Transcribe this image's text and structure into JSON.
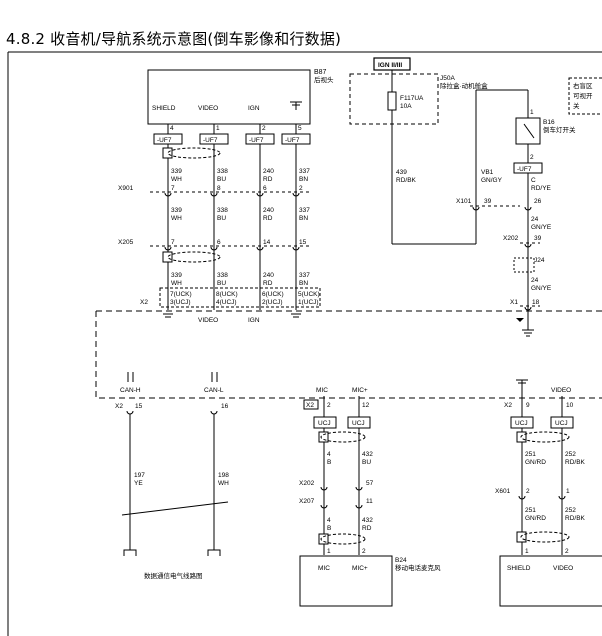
{
  "title": "4.8.2 收音机/导航系统示意图(倒车影像和​行数据)",
  "camera": {
    "ref": "B87",
    "name": "后视头",
    "pins": [
      {
        "label": "SHIELD",
        "num": "4",
        "conn": "-UF7",
        "w1": "339",
        "c1": "WH",
        "x901": "7",
        "w2": "339",
        "c2": "WH",
        "x205": "7",
        "w3": "339",
        "c3": "WH",
        "x2a": "7(UCK)",
        "x2b": "3(UCJ)"
      },
      {
        "label": "VIDEO",
        "num": "1",
        "conn": "-UF7",
        "w1": "338",
        "c1": "BU",
        "x901": "8",
        "w2": "338",
        "c2": "BU",
        "x205": "6",
        "w3": "338",
        "c3": "BU",
        "x2a": "8(UCK)",
        "x2b": "4(UCJ)"
      },
      {
        "label": "IGN",
        "num": "2",
        "conn": "-UF7",
        "w1": "240",
        "c1": "RD",
        "x901": "6",
        "w2": "240",
        "c2": "RD",
        "x205": "14",
        "w3": "240",
        "c3": "RD",
        "x2a": "6(UCK)",
        "x2b": "2(UCJ)"
      },
      {
        "label": "",
        "num": "5",
        "conn": "-UF7",
        "w1": "337",
        "c1": "BN",
        "x901": "2",
        "w2": "337",
        "c2": "BN",
        "x205": "15",
        "w3": "337",
        "c3": "BN",
        "x2a": "5(UCK)",
        "x2b": "1(UCJ)"
      }
    ],
    "x901": "X901",
    "x205": "X205",
    "x2": "X2",
    "bottom_labels": [
      "VIDEO",
      "IGN"
    ]
  },
  "fuse": {
    "ign": "IGN II/III",
    "box_ref": "J50A",
    "box_name": "除拉盒·动机舱盒",
    "fuse_ref": "F117UA",
    "fuse_val": "10A",
    "w1": "439",
    "c1": "RD/BK",
    "x101": "X101",
    "x101_pin": "39",
    "w2": "VB1",
    "c2": "GN/GY"
  },
  "switch": {
    "pin1": "1",
    "ref": "B16",
    "name": "倒车灯开关",
    "pin2": "2",
    "conn": "-UF7",
    "c": "C",
    "c_color": "RD/YE",
    "p26": "26",
    "w24": "24",
    "c24": "GN/YE",
    "x202": "X202",
    "p39": "39",
    "j24": "J24",
    "w24b": "24",
    "c24b": "GN/YE",
    "x1": "X1",
    "p18": "18"
  },
  "note": [
    "右盲区",
    "可视开",
    "关"
  ],
  "can": {
    "h": "CAN-H",
    "l": "CAN-L",
    "x2": "X2",
    "h_pin": "15",
    "l_pin": "16",
    "h_wire": "197",
    "h_color": "YE",
    "l_wire": "198",
    "l_color": "WH",
    "caption": "数据通信电气线路图"
  },
  "mic": {
    "labels": [
      "MIC",
      "MIC+"
    ],
    "x2": "X2",
    "pins": [
      "2",
      "12"
    ],
    "conn": [
      "UCJ",
      "UCJ"
    ],
    "w1": [
      "4",
      "432"
    ],
    "c1": [
      "B",
      "BU"
    ],
    "x202": "X202",
    "x202_pin": "57",
    "x207": "X207",
    "x207_pin": "11",
    "w2": [
      "4",
      "432"
    ],
    "c2": [
      "B",
      "RD"
    ],
    "bpins": [
      "1",
      "2"
    ],
    "ref": "B24",
    "name": "移动电话麦克风",
    "box_labels": [
      "MIC",
      "MIC+"
    ]
  },
  "video": {
    "labels": [
      "",
      "VIDEO"
    ],
    "x2": "X2",
    "pins": [
      "9",
      "10"
    ],
    "conn": [
      "UCJ",
      "UCJ"
    ],
    "w1": [
      "251",
      "252"
    ],
    "c1": [
      "GN/RD",
      "RD/BK"
    ],
    "x601": "X601",
    "x601_pins": [
      "2",
      "1"
    ],
    "w2": [
      "251",
      "252"
    ],
    "c2": [
      "GN/RD",
      "RD/BK"
    ],
    "bpins": [
      "1",
      "2"
    ],
    "box_labels": [
      "SHIELD",
      "VIDEO"
    ]
  }
}
